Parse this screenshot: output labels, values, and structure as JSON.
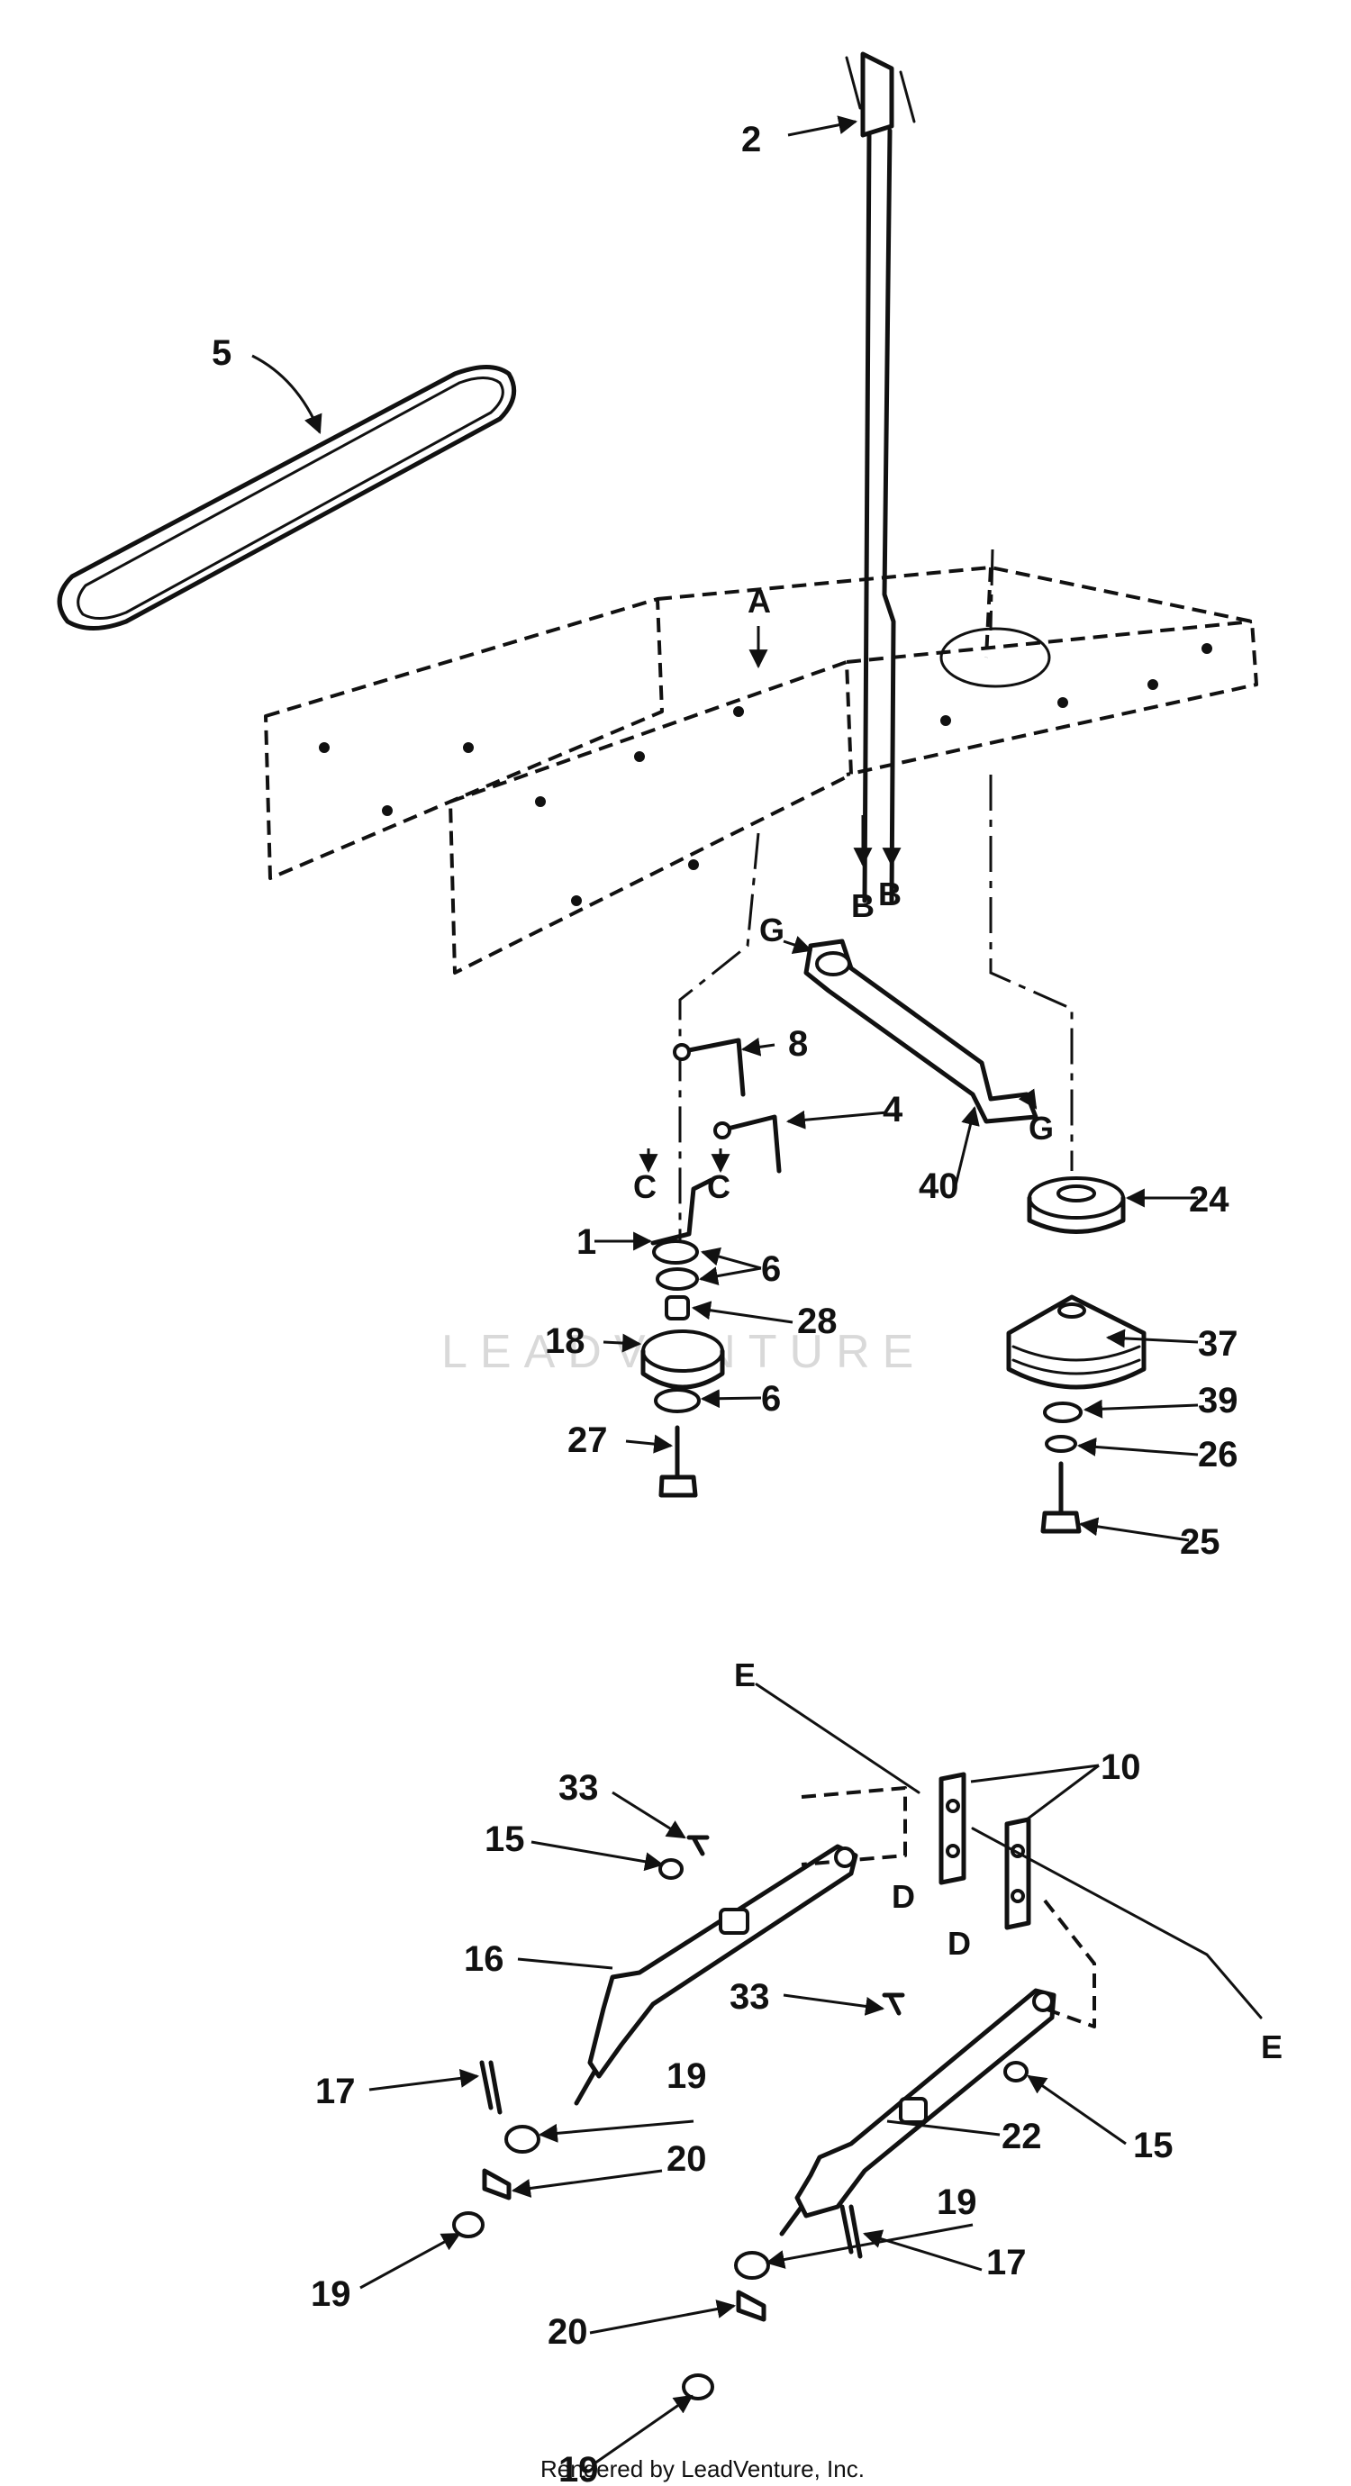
{
  "callouts": {
    "c1": "1",
    "c2": "2",
    "c4": "4",
    "c5": "5",
    "c6a": "6",
    "c6b": "6",
    "c8": "8",
    "c10": "10",
    "c15a": "15",
    "c15b": "15",
    "c16": "16",
    "c17a": "17",
    "c17b": "17",
    "c18": "18",
    "c19a": "19",
    "c19b": "19",
    "c19c": "19",
    "c19d": "19",
    "c20a": "20",
    "c20b": "20",
    "c22": "22",
    "c24": "24",
    "c25": "25",
    "c26": "26",
    "c27": "27",
    "c28": "28",
    "c33a": "33",
    "c33b": "33",
    "c37": "37",
    "c39": "39",
    "c40": "40"
  },
  "refs": {
    "A": "A",
    "B1": "B",
    "B2": "B",
    "C1": "C",
    "C2": "C",
    "D1": "D",
    "D2": "D",
    "E1": "E",
    "E2": "E",
    "G1": "G",
    "G2": "G"
  },
  "watermark": "LEADVENTURE",
  "footer": "Rendered by LeadVenture, Inc."
}
